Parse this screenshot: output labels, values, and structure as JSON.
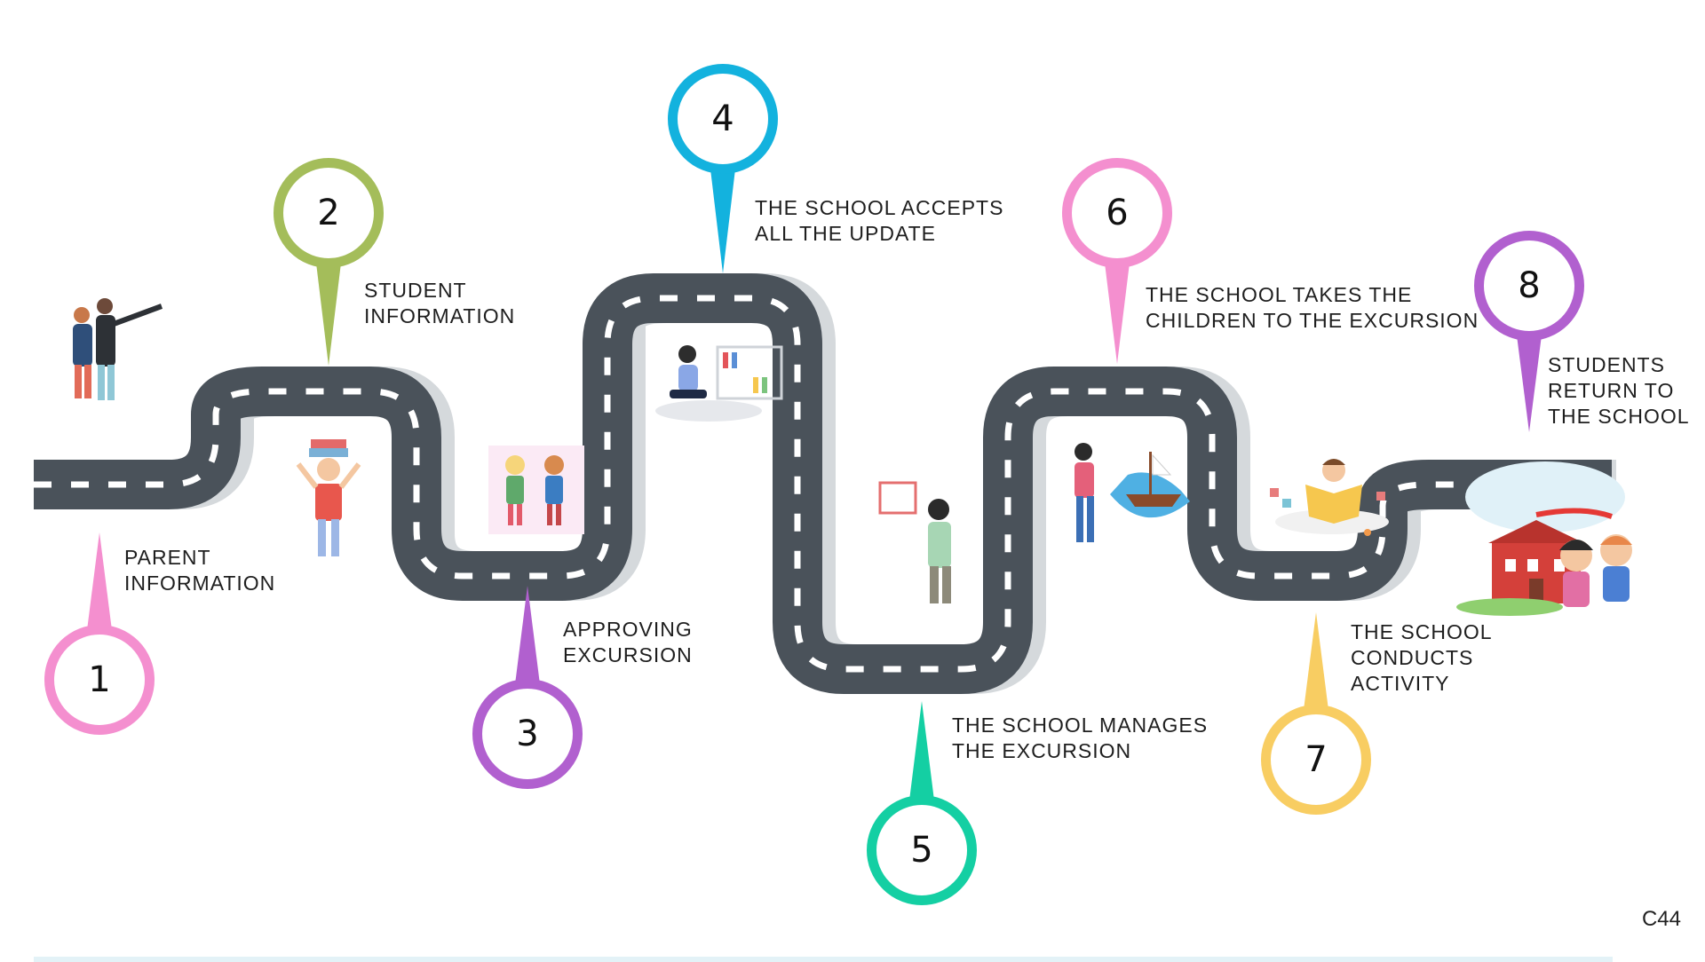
{
  "steps": [
    {
      "number": "1",
      "line1": "PARENT",
      "line2": "INFORMATION",
      "color": "#f48fcf"
    },
    {
      "number": "2",
      "line1": "STUDENT",
      "line2": "INFORMATION",
      "color": "#a4bd5a"
    },
    {
      "number": "3",
      "line1": "APPROVING",
      "line2": "EXCURSION",
      "color": "#b160cf"
    },
    {
      "number": "4",
      "line1": "THE SCHOOL ACCEPTS",
      "line2": "ALL THE UPDATE",
      "color": "#13b2de"
    },
    {
      "number": "5",
      "line1": "THE SCHOOL MANAGES",
      "line2": "THE EXCURSION",
      "color": "#14cfa3"
    },
    {
      "number": "6",
      "line1": "THE SCHOOL TAKES THE",
      "line2": "CHILDREN TO THE EXCURSION",
      "color": "#f48fcf"
    },
    {
      "number": "7",
      "line1": "THE SCHOOL",
      "line2": "CONDUCTS",
      "line3": "ACTIVITY",
      "color": "#f8cd62"
    },
    {
      "number": "8",
      "line1": "STUDENTS",
      "line2": "RETURN TO",
      "line3": "THE SCHOOL",
      "color": "#b160cf"
    }
  ],
  "code": "C44",
  "road_color": "#4a525a"
}
